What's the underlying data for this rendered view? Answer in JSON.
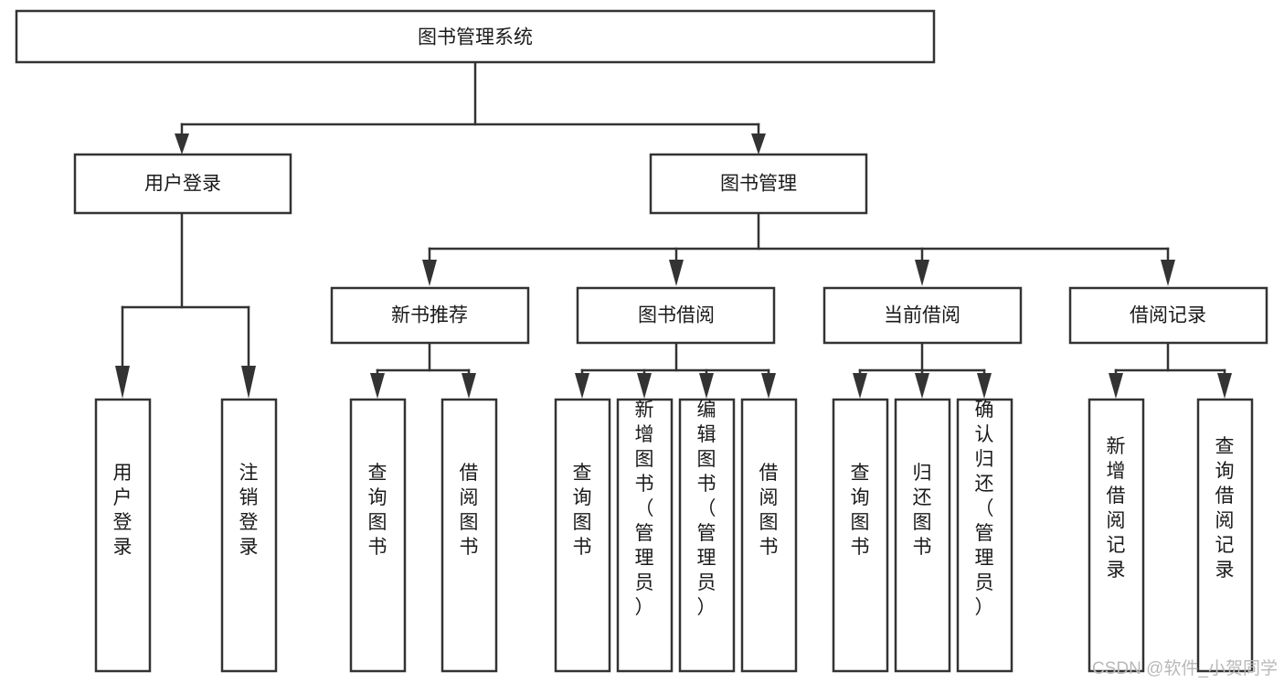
{
  "diagram": {
    "title_node": {
      "id": "root",
      "label": "图书管理系统"
    },
    "level2": [
      {
        "id": "user-login",
        "label": "用户登录"
      },
      {
        "id": "book-manage",
        "label": "图书管理"
      }
    ],
    "level3": [
      {
        "id": "new-book-recommend",
        "label": "新书推荐"
      },
      {
        "id": "book-borrow",
        "label": "图书借阅"
      },
      {
        "id": "current-borrow",
        "label": "当前借阅"
      },
      {
        "id": "borrow-record",
        "label": "借阅记录"
      }
    ],
    "leaves": [
      {
        "id": "leaf-user-login",
        "label": "用户登录",
        "parent": "user-login"
      },
      {
        "id": "leaf-logout-login",
        "label": "注销登录",
        "parent": "user-login"
      },
      {
        "id": "leaf-query-book-1",
        "label": "查询图书",
        "parent": "new-book-recommend"
      },
      {
        "id": "leaf-borrow-book-1",
        "label": "借阅图书",
        "parent": "new-book-recommend"
      },
      {
        "id": "leaf-query-book-2",
        "label": "查询图书",
        "parent": "book-borrow"
      },
      {
        "id": "leaf-add-book",
        "label": "新增图书（管理员）",
        "parent": "book-borrow"
      },
      {
        "id": "leaf-edit-book",
        "label": "编辑图书（管理员）",
        "parent": "book-borrow"
      },
      {
        "id": "leaf-borrow-book-2",
        "label": "借阅图书",
        "parent": "book-borrow"
      },
      {
        "id": "leaf-query-book-3",
        "label": "查询图书",
        "parent": "current-borrow"
      },
      {
        "id": "leaf-return-book",
        "label": "归还图书",
        "parent": "current-borrow"
      },
      {
        "id": "leaf-confirm-return",
        "label": "确认归还（管理员）",
        "parent": "current-borrow"
      },
      {
        "id": "leaf-add-borrow-record",
        "label": "新增借阅记录",
        "parent": "borrow-record"
      },
      {
        "id": "leaf-query-borrow-record",
        "label": "查询借阅记录",
        "parent": "borrow-record"
      }
    ]
  },
  "watermark": {
    "text": "CSDN @软件_小贺同学"
  },
  "colors": {
    "box_stroke": "#333333",
    "box_fill": "#ffffff",
    "text": "#1a1a1a",
    "watermark": "#b9b9b9",
    "background": "#ffffff"
  }
}
